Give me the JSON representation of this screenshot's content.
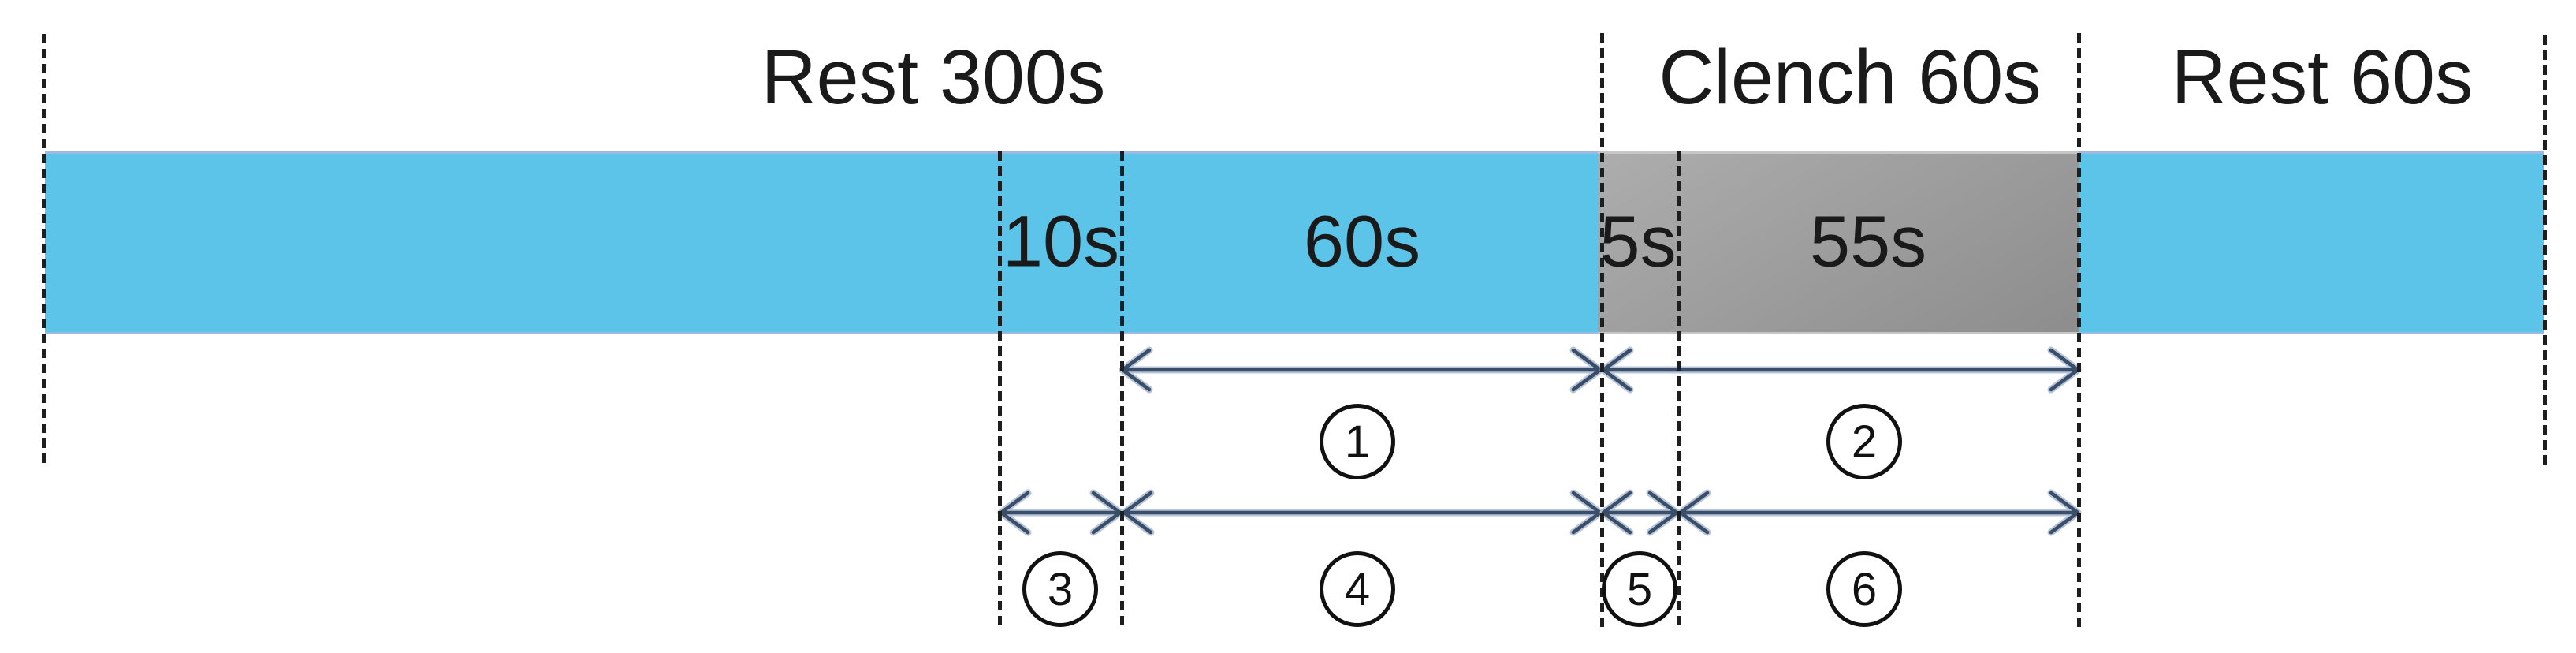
{
  "colors": {
    "bar_blue": "#5bc4e8",
    "bar_gray_light": "#adadad",
    "bar_gray_dark": "#8d8d8d",
    "bar_edge_blue": "#9db9e6",
    "bar_edge_gray": "#c6c6c6",
    "dash_color": "#1e1e1e",
    "arrow_dark": "#3a4d69",
    "arrow_halo": "#b6c4d8",
    "text_color": "#1a1a1a",
    "bg": "#ffffff"
  },
  "phases": [
    {
      "label": "Rest 300s"
    },
    {
      "label": "Clench 60s"
    },
    {
      "label": "Rest 60s"
    }
  ],
  "segment_labels": [
    {
      "label": "10s"
    },
    {
      "label": "60s"
    },
    {
      "label": "5s"
    },
    {
      "label": "55s"
    }
  ],
  "interval_markers": [
    {
      "label": "1"
    },
    {
      "label": "2"
    },
    {
      "label": "3"
    },
    {
      "label": "4"
    },
    {
      "label": "5"
    },
    {
      "label": "6"
    }
  ]
}
